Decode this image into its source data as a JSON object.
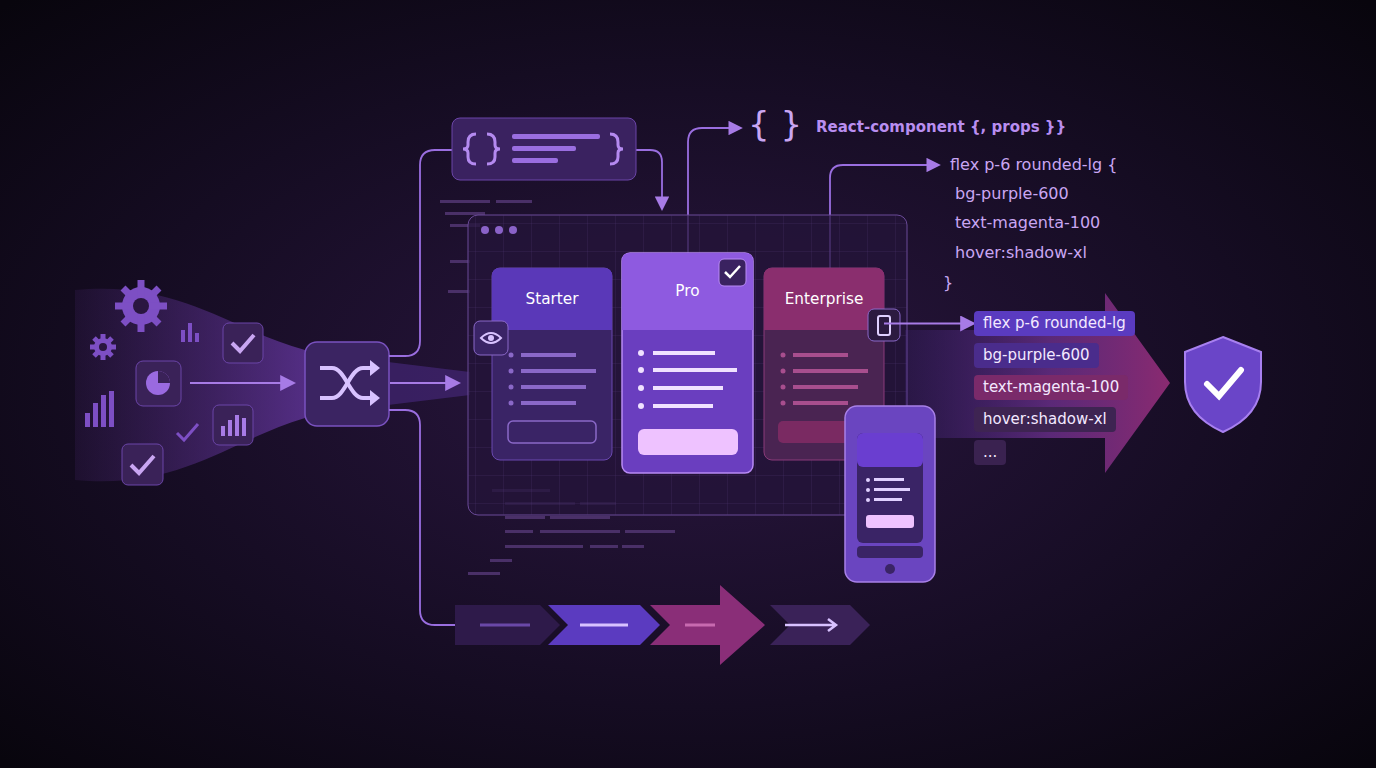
{
  "diagram": {
    "nodes": [
      {
        "text": [
          "Starter"
        ]
      },
      {
        "text": [
          "Pro"
        ]
      },
      {
        "text": [
          "Enterprise"
        ]
      },
      {
        "text": [
          "flex p-6 rounded-lg"
        ]
      },
      {
        "text": [
          "bg-purple-600"
        ]
      },
      {
        "text": [
          "text-magenta-100"
        ]
      },
      {
        "text": [
          "hover:shadow-xl"
        ]
      },
      {
        "text": [
          "..."
        ]
      }
    ],
    "edges": [
      {
        "from": 2,
        "to": 3,
        "arrow": "to"
      }
    ],
    "labels": [
      "{ }",
      "React-component {, props }}",
      "flex p-6 rounded-lg {",
      "bg-purple-600",
      "text-magenta-100",
      "hover:shadow-xl",
      "}"
    ]
  }
}
